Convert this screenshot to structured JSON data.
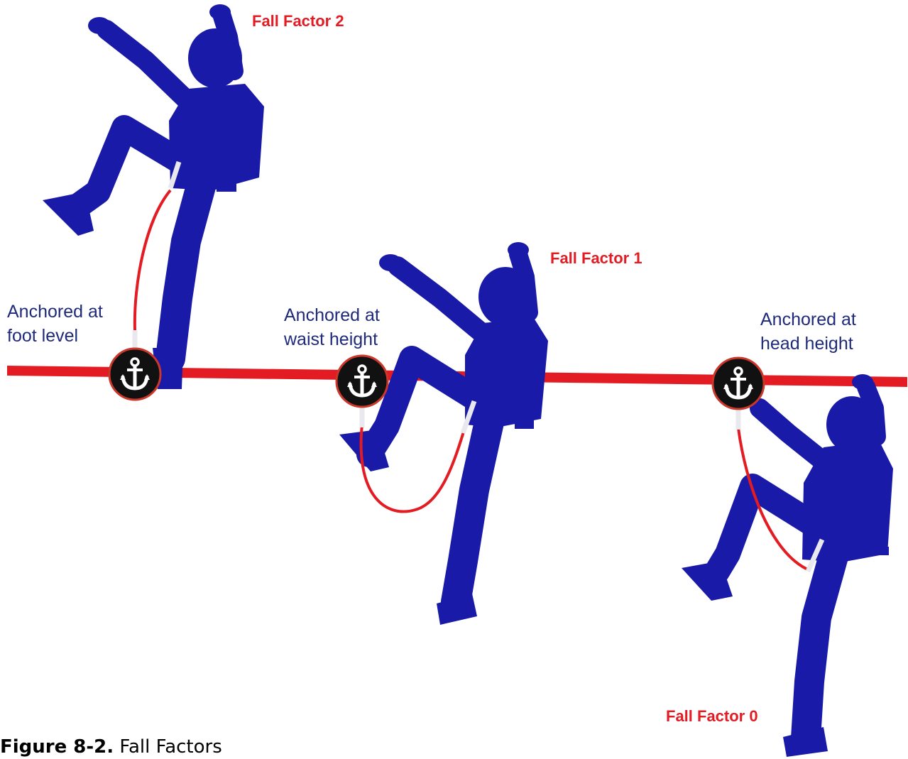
{
  "colors": {
    "climber": "#1a1aa8",
    "rope": "#e31b23",
    "lanyard": "#e31b23",
    "anchor_badge": "#111111",
    "anchor_ring": "#c9382a",
    "anchor_glyph": "#ffffff",
    "label_text": "#1f2a7a",
    "fall_factor_text": "#e31b23"
  },
  "icons": {
    "anchor": "anchor-icon"
  },
  "labels": {
    "ff2": "Fall Factor 2",
    "ff1": "Fall Factor 1",
    "ff0": "Fall Factor 0",
    "a1_line1": "Anchored at",
    "a1_line2": "foot level",
    "a2_line1": "Anchored at",
    "a2_line2": "waist height",
    "a3_line1": "Anchored at",
    "a3_line2": "head height"
  },
  "caption": {
    "number": "Figure 8-2.",
    "text": "Fall Factors"
  }
}
